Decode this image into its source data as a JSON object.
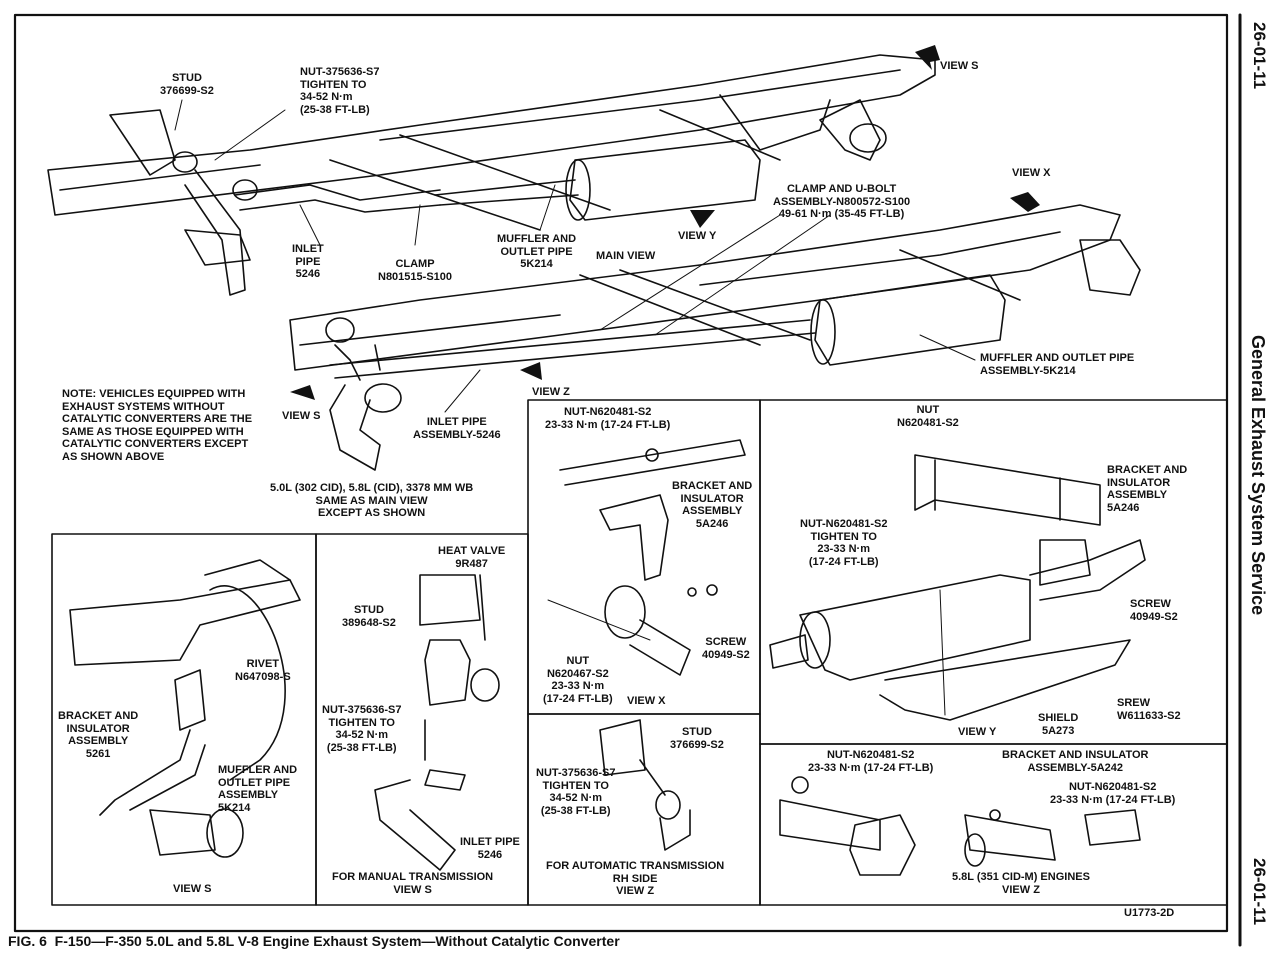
{
  "page": {
    "number_top": "26-01-11",
    "number_bottom": "26-01-11",
    "section_title": "General Exhaust System Service",
    "figure_caption": "FIG. 6  F-150—F-350 5.0L and 5.8L V-8 Engine Exhaust System—Without Catalytic Converter",
    "drawing_code": "U1773-2D"
  },
  "main_view": {
    "stud": "STUD\n376699-S2",
    "nut": "NUT-375636-S7\nTIGHTEN TO\n34-52 N·m\n(25-38 FT-LB)",
    "view_s_top": "VIEW S",
    "inlet_pipe": "INLET\nPIPE\n5246",
    "clamp": "CLAMP\nN801515-S100",
    "muffler": "MUFFLER AND\nOUTLET PIPE\n5K214",
    "view_y": "VIEW Y",
    "main_view_label": "MAIN VIEW",
    "clamp_ubolt": "CLAMP AND U-BOLT\nASSEMBLY-N800572-S100\n49-61 N·m (35-45 FT-LB)",
    "view_x": "VIEW X"
  },
  "second_view": {
    "muffler": "MUFFLER AND OUTLET PIPE\nASSEMBLY-5K214",
    "view_z": "VIEW Z",
    "view_s": "VIEW S",
    "inlet_pipe": "INLET PIPE\nASSEMBLY-5246",
    "note": "NOTE: VEHICLES EQUIPPED WITH\nEXHAUST SYSTEMS WITHOUT\nCATALYTIC CONVERTERS ARE THE\nSAME AS THOSE EQUIPPED WITH\nCATALYTIC CONVERTERS EXCEPT\nAS SHOWN ABOVE",
    "engine_note": "5.0L (302 CID), 5.8L (CID), 3378 MM WB\nSAME AS MAIN VIEW\nEXCEPT AS SHOWN"
  },
  "view_x_panel": {
    "nut_top": "NUT-N620481-S2\n23-33 N·m (17-24 FT-LB)",
    "bracket": "BRACKET AND\nINSULATOR\nASSEMBLY\n5A246",
    "screw": "SCREW\n40949-S2",
    "nut_bottom": "NUT\nN620467-S2\n23-33 N·m\n(17-24 FT-LB)",
    "title": "VIEW X"
  },
  "view_y_panel": {
    "nut": "NUT\nN620481-S2",
    "bracket": "BRACKET AND\nINSULATOR\nASSEMBLY\n5A246",
    "nut_tighten": "NUT-N620481-S2\nTIGHTEN TO\n23-33 N·m\n(17-24 FT-LB)",
    "screw": "SCREW\n40949-S2",
    "srew": "SREW\nW611633-S2",
    "shield": "SHIELD\n5A273",
    "title": "VIEW Y"
  },
  "view_s_panel": {
    "rivet": "RIVET\nN647098-S",
    "bracket": "BRACKET AND\nINSULATOR\nASSEMBLY\n5261",
    "muffler": "MUFFLER AND\nOUTLET PIPE\nASSEMBLY\n5K214",
    "title": "VIEW S"
  },
  "manual_panel": {
    "heat_valve": "HEAT VALVE\n9R487",
    "stud": "STUD\n389648-S2",
    "nut": "NUT-375636-S7\nTIGHTEN TO\n34-52 N·m\n(25-38 FT-LB)",
    "inlet_pipe": "INLET PIPE\n5246",
    "title": "FOR MANUAL TRANSMISSION\nVIEW S"
  },
  "auto_panel": {
    "stud": "STUD\n376699-S2",
    "nut": "NUT-375636-S7\nTIGHTEN TO\n34-52 N·m\n(25-38 FT-LB)",
    "title": "FOR AUTOMATIC TRANSMISSION\nRH SIDE\nVIEW Z"
  },
  "view_z_panel": {
    "nut_left": "NUT-N620481-S2\n23-33 N·m (17-24 FT-LB)",
    "bracket": "BRACKET AND INSULATOR\nASSEMBLY-5A242",
    "nut_right": "NUT-N620481-S2\n23-33 N·m (17-24 FT-LB)",
    "title": "5.8L (351 CID-M) ENGINES\nVIEW Z"
  }
}
